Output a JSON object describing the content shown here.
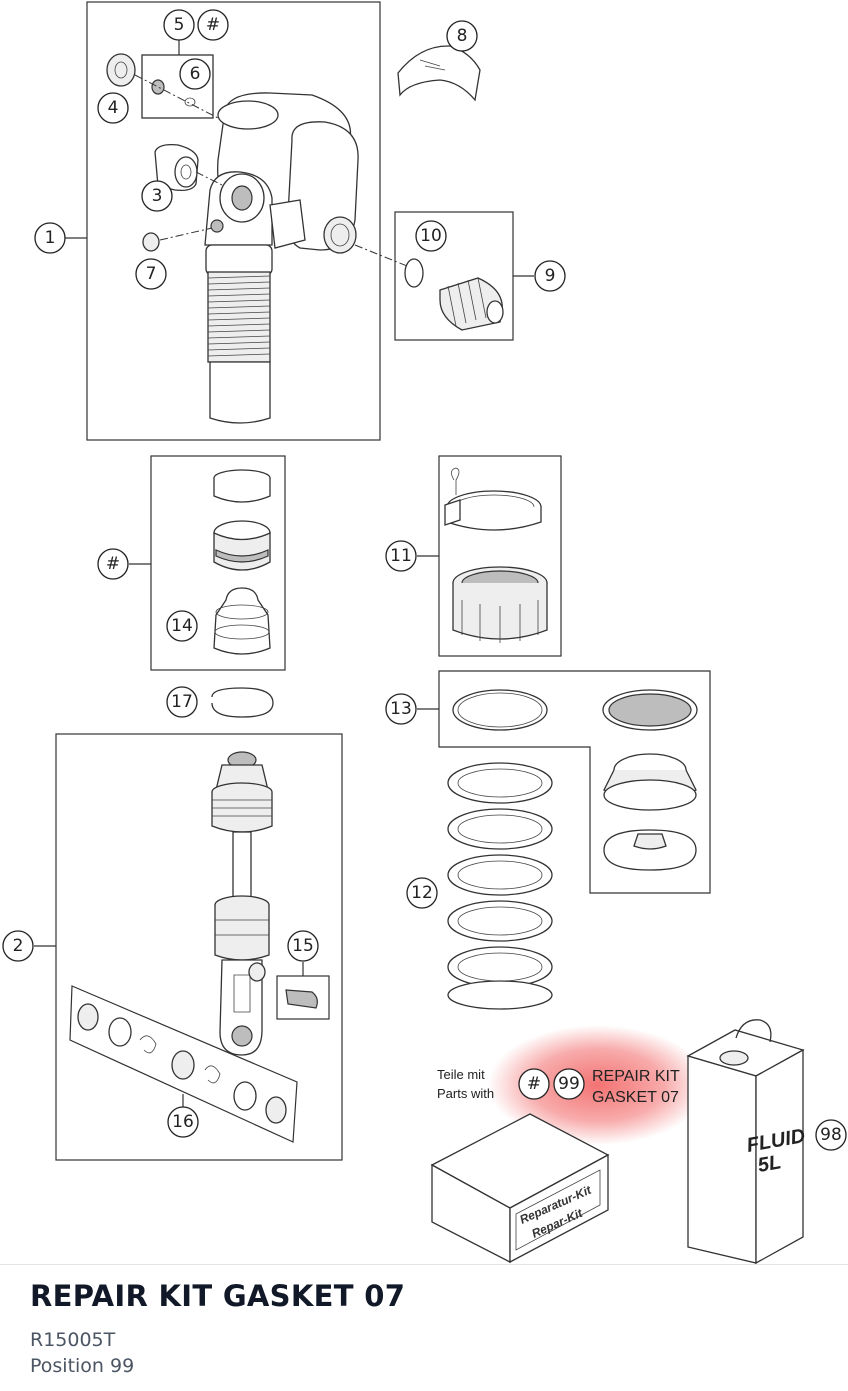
{
  "callouts": [
    "1",
    "2",
    "3",
    "4",
    "5",
    "#",
    "6",
    "7",
    "8",
    "9",
    "10",
    "11",
    "#",
    "14",
    "17",
    "13",
    "12",
    "15",
    "16",
    "#",
    "99",
    "98"
  ],
  "legend": {
    "teile_mit": "Teile mit",
    "parts_with": "Parts with",
    "kit_line1": "REPAIR KIT",
    "kit_line2": "GASKET 07",
    "highlight_color": "#ef4444"
  },
  "box_label": {
    "line1": "Reparatur-Kit",
    "line2": "Repar-Kit"
  },
  "can_label": {
    "line1": "FLUID",
    "line2": "5L"
  },
  "part": {
    "title": "REPAIR KIT GASKET 07",
    "number": "R15005T",
    "position": "Position 99"
  }
}
